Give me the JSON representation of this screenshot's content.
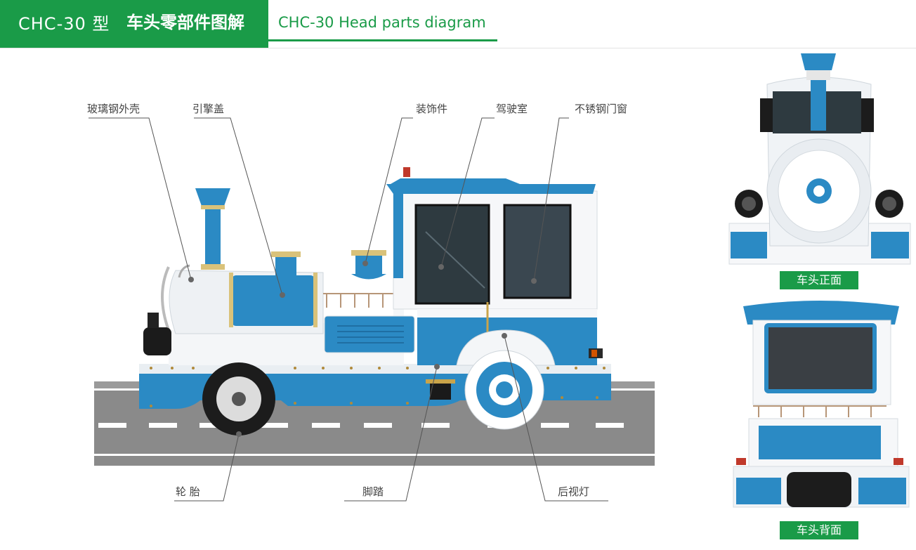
{
  "header": {
    "model": "CHC-30 型",
    "title_cn": "车头零部件图解",
    "title_en": "CHC-30  Head parts diagram"
  },
  "callouts": {
    "fiberglass_shell": "玻璃钢外壳",
    "engine_cover": "引擎盖",
    "decoration": "装饰件",
    "cab": "驾驶室",
    "stainless_door": "不锈钢门窗",
    "tire": "轮 胎",
    "footstep": "脚踏",
    "rear_light": "后视灯"
  },
  "views": {
    "front_label": "车头正面",
    "back_label": "车头背面"
  },
  "colors": {
    "brand_green": "#1a9b48",
    "train_blue": "#2b8ac4",
    "road_gray": "#8a8a8a"
  }
}
